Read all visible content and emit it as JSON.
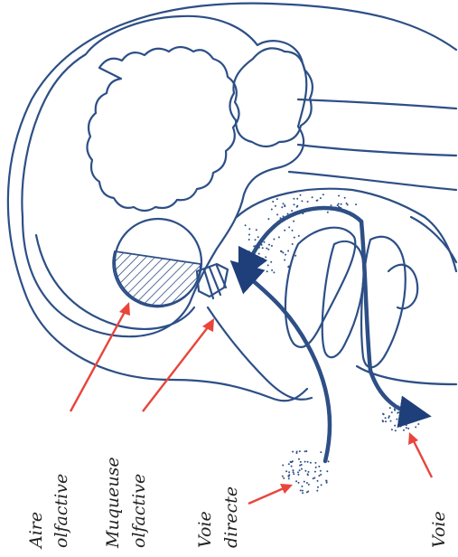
{
  "colors": {
    "anatomy_line": "#2d4f86",
    "label_arrow": "#e8453c",
    "label_text": "#222222",
    "background": "#ffffff"
  },
  "labels": {
    "aire_line1": "Aire",
    "aire_line2": "olfactive",
    "muqueuse_line1": "Muqueuse",
    "muqueuse_line2": "olfactive",
    "voie_directe_line1": "Voie",
    "voie_directe_line2": "directe",
    "voie_retro_line1": "Voie"
  }
}
